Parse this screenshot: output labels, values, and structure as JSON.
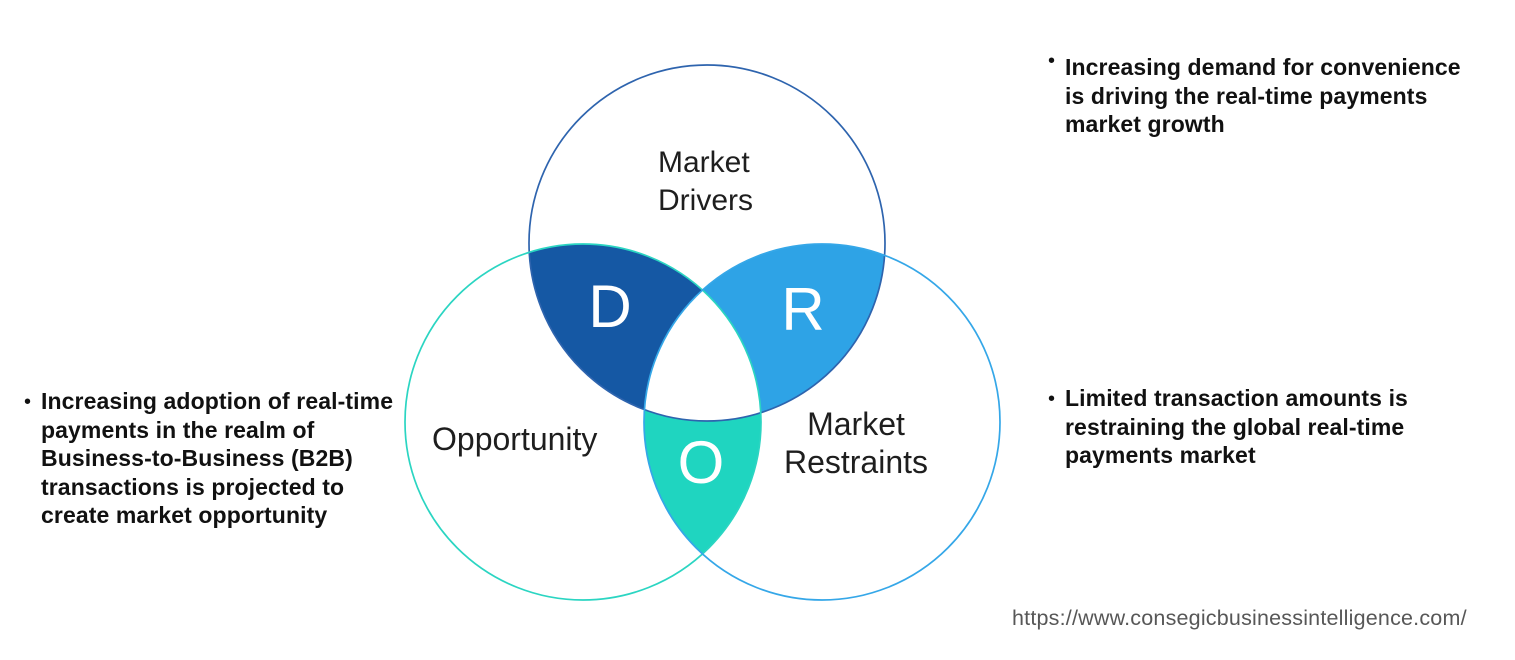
{
  "venn": {
    "drivers_label_line1": "Market",
    "drivers_label_line2": "Drivers",
    "opportunity_label": "Opportunity",
    "restraints_label_line1": "Market",
    "restraints_label_line2": "Restraints",
    "d_letter": "D",
    "r_letter": "R",
    "o_letter": "O"
  },
  "notes": {
    "left": {
      "bullet": "•",
      "text": "Increasing adoption of real-time\npayments in the realm of\nBusiness-to-Business (B2B)\ntransactions is projected to\ncreate market opportunity"
    },
    "top_right": {
      "bullet": "•",
      "text": "Increasing demand for convenience\nis driving the real-time payments\nmarket growth"
    },
    "bottom_right": {
      "bullet": "•",
      "text": "Limited transaction amounts is\nrestraining the global real-time\npayments market"
    }
  },
  "footer": {
    "url": "https://www.consegicbusinessintelligence.com/"
  },
  "colors": {
    "drivers_circle_stroke": "#2E64AE",
    "opportunity_circle_stroke": "#2BD5C2",
    "restraints_circle_stroke": "#35A7E8",
    "d_region_fill": "#1558A4",
    "r_region_fill": "#2EA3E6",
    "o_region_fill": "#1FD5C0",
    "letter_color": "#FFFFFF",
    "label_color": "#1E1E1E",
    "note_color": "#111111",
    "url_color": "#575757"
  }
}
